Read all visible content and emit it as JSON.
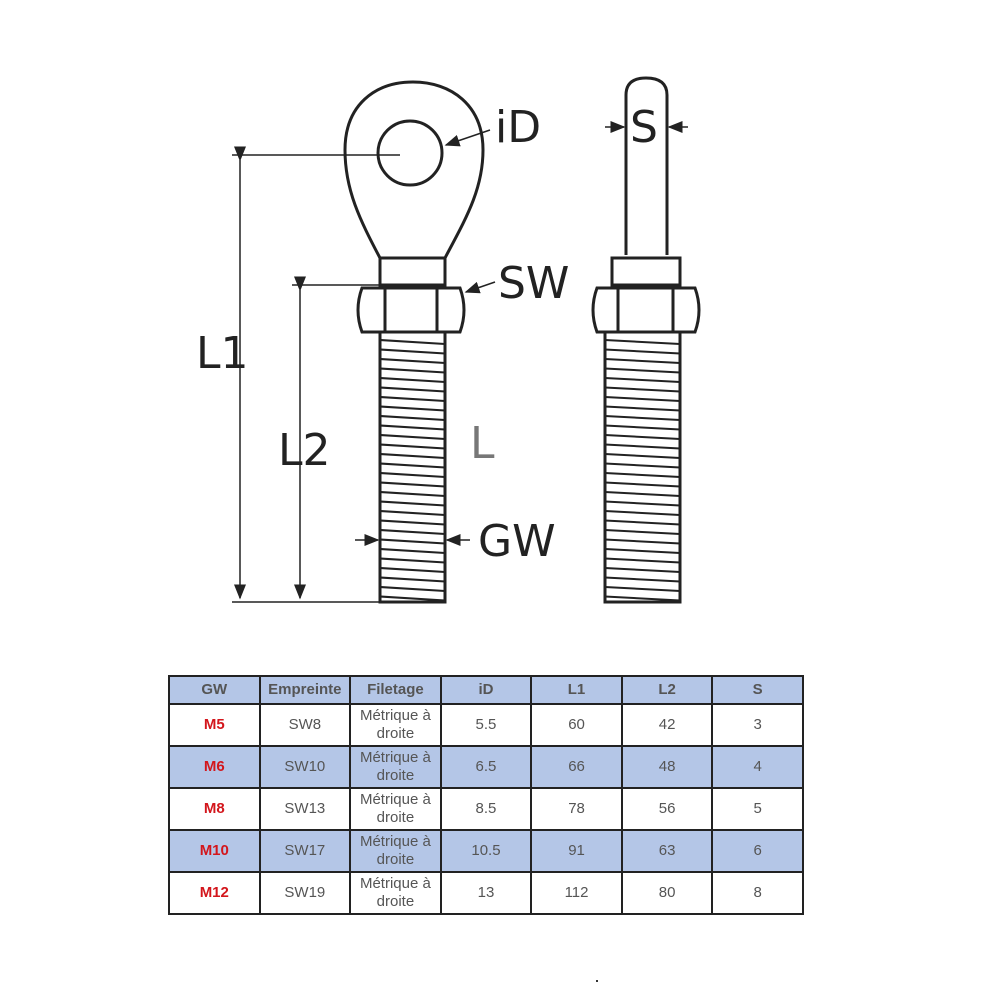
{
  "diagram": {
    "labels": {
      "id": "iD",
      "s": "S",
      "sw": "SW",
      "l1": "L1",
      "l2": "L2",
      "l": "L",
      "gw": "GW"
    }
  },
  "table": {
    "headers": [
      "GW",
      "Empreinte",
      "Filetage",
      "iD",
      "L1",
      "L2",
      "S"
    ],
    "rows": [
      [
        "M5",
        "SW8",
        "Métrique à droite",
        "5.5",
        "60",
        "42",
        "3"
      ],
      [
        "M6",
        "SW10",
        "Métrique à droite",
        "6.5",
        "66",
        "48",
        "4"
      ],
      [
        "M8",
        "SW13",
        "Métrique à droite",
        "8.5",
        "78",
        "56",
        "5"
      ],
      [
        "M10",
        "SW17",
        "Métrique à droite",
        "10.5",
        "91",
        "63",
        "6"
      ],
      [
        "M12",
        "SW19",
        "Métrique à droite",
        "13",
        "112",
        "80",
        "8"
      ]
    ],
    "colors": {
      "header_bg": "#b4c6e7",
      "gw_text": "#d3161c"
    }
  }
}
